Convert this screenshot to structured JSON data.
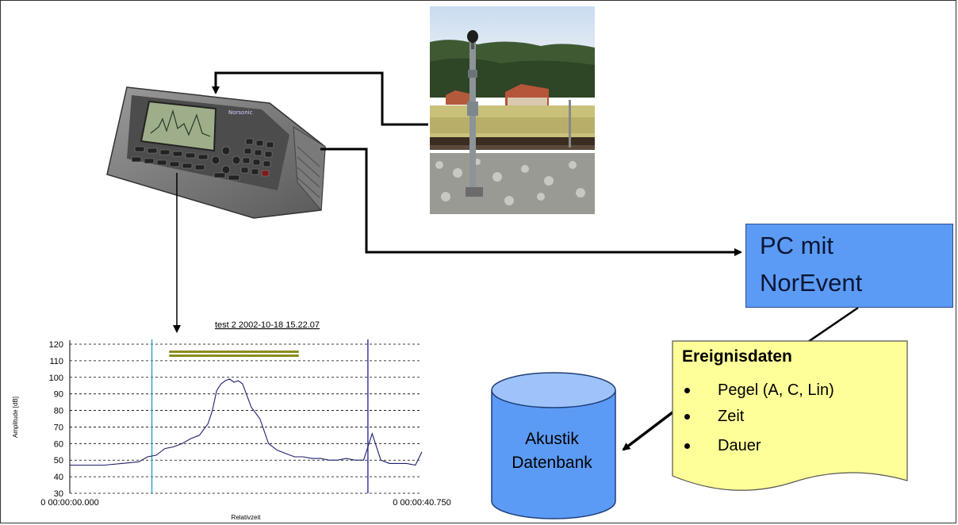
{
  "device": {
    "brand": "Norsonic"
  },
  "pc_box": {
    "line1": "PC mit",
    "line2": "NorEvent"
  },
  "event_note": {
    "title": "Ereignisdaten",
    "items": [
      "Pegel (A, C, Lin)",
      "Zeit",
      "Dauer"
    ]
  },
  "database": {
    "line1": "Akustik",
    "line2": "Datenbank"
  },
  "colors": {
    "pc_box": "#5b9bf5",
    "database": "#5b9bf5",
    "note": "#ffff99",
    "series_line": "#1f1f6b",
    "cursor_left": "#3da3c9",
    "cursor_right": "#3a3aa8",
    "event_bar": "#8b8b1e"
  },
  "chart_data": {
    "type": "line",
    "title": "test 2 2002-10-18 15.22.07",
    "xlabel": "Relativzeit",
    "ylabel": "Amplitude [dB]",
    "ylim": [
      30,
      120
    ],
    "yticks": [
      30,
      40,
      50,
      60,
      70,
      80,
      90,
      100,
      110,
      120
    ],
    "x_tick_labels": [
      "0 00:00:00.000",
      "0 00:00:40.750"
    ],
    "xlim": [
      0,
      40.75
    ],
    "grid": true,
    "x": [
      0,
      2,
      4,
      6,
      8,
      9,
      10,
      11,
      12,
      13,
      14,
      15,
      16,
      16.5,
      17,
      17.5,
      18,
      18.5,
      19,
      19.5,
      20,
      21,
      22,
      23,
      24,
      25,
      26,
      27,
      28,
      29,
      30,
      31,
      32,
      33,
      34,
      35,
      36,
      37,
      38,
      39,
      40,
      40.75
    ],
    "y": [
      47,
      47,
      47,
      48,
      49,
      52,
      53,
      57,
      58,
      60,
      63,
      65,
      72,
      80,
      92,
      96,
      98,
      99,
      97,
      98,
      96,
      82,
      75,
      60,
      56,
      54,
      52,
      52,
      51,
      51,
      50,
      50,
      51,
      50,
      50,
      66,
      50,
      48,
      48,
      48,
      47,
      55
    ],
    "cursors": [
      9.5,
      34.5
    ],
    "event_bar": {
      "start": 11.5,
      "end": 26.5,
      "level": 114
    }
  }
}
